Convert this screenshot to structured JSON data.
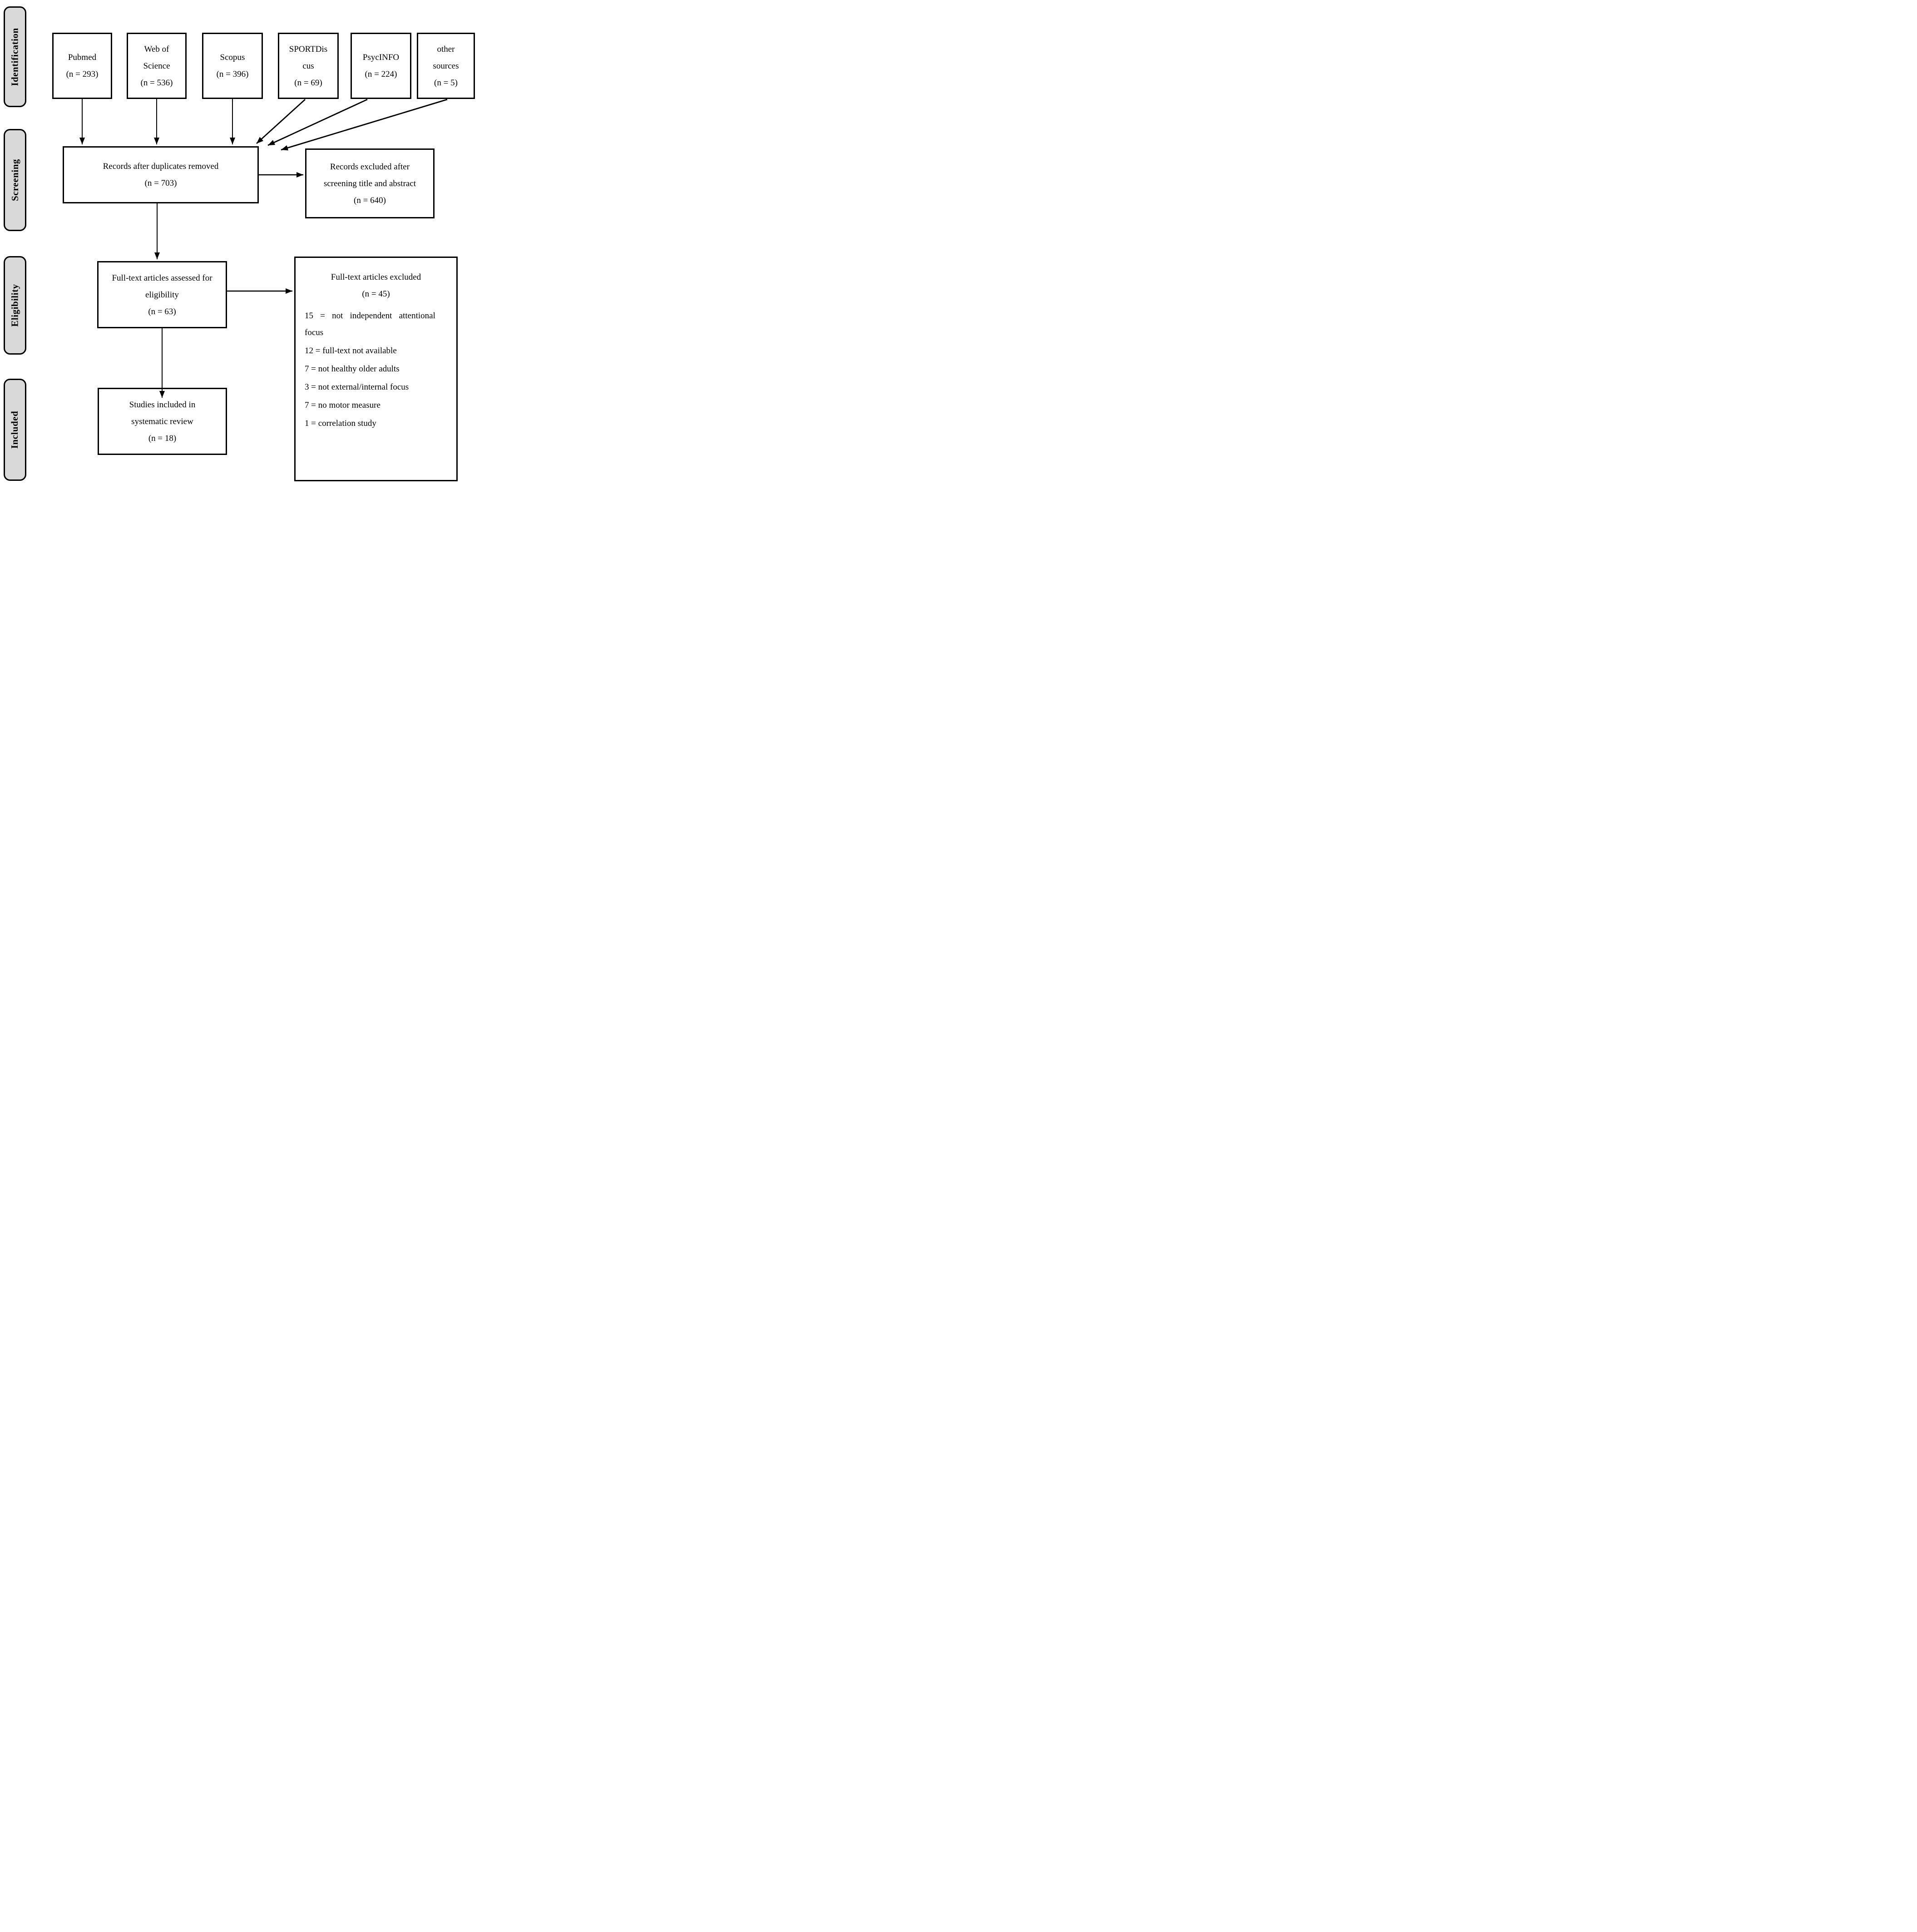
{
  "colors": {
    "stage_label_fill": "#d9d9d9",
    "box_fill": "#ffffff",
    "line_color": "#000000"
  },
  "stages": {
    "identification": "Identification",
    "screening": "Screening",
    "eligibility": "Eligibility",
    "included": "Included"
  },
  "sources": {
    "pubmed": [
      "Pubmed",
      "(n = 293)"
    ],
    "web_of_science": [
      "Web of",
      "Science",
      "(n = 536)"
    ],
    "scopus": [
      "Scopus",
      "(n = 396)"
    ],
    "sportdiscus": [
      "SPORTDis",
      "cus",
      "(n = 69)"
    ],
    "psycinfo": [
      "PsycINFO",
      "(n = 224)"
    ],
    "other_sources": [
      "other",
      "sources",
      "(n = 5)"
    ]
  },
  "screening": {
    "records_after_duplicates": [
      "Records after duplicates removed",
      "(n = 703)"
    ],
    "records_excluded": [
      "Records excluded after",
      "screening title and abstract",
      "(n = 640)"
    ]
  },
  "eligibility": {
    "fulltext_assessed": [
      "Full-text articles assessed for",
      "eligibility",
      "(n = 63)"
    ],
    "fulltext_excluded_title": [
      "Full-text articles excluded",
      "(n = 45)"
    ],
    "exclusion_reasons": [
      "15 = not independent attentional\nfocus",
      "12 = full-text not available",
      "7 = not healthy older adults",
      "3 = not external/internal focus",
      "7 = no motor measure",
      "1 = correlation study"
    ]
  },
  "included": {
    "studies_included": [
      "Studies included in",
      "systematic review",
      "(n = 18)"
    ]
  }
}
